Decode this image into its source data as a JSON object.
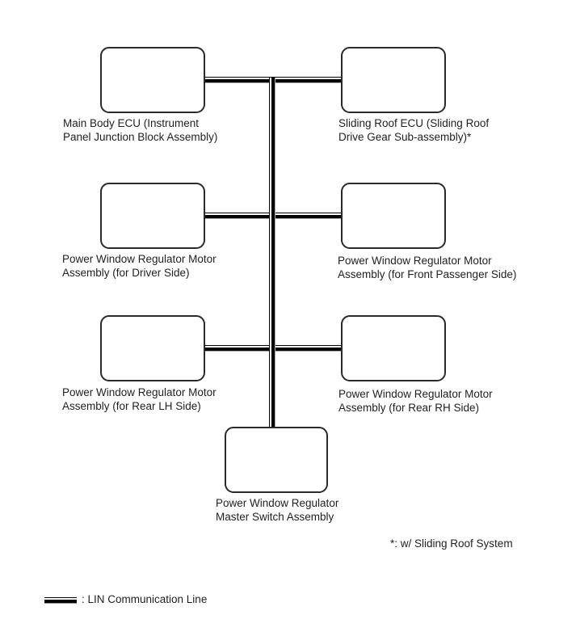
{
  "diagram": {
    "nodes": [
      {
        "id": "main-body-ecu",
        "line1": "Main Body ECU (Instrument",
        "line2": "Panel Junction Block Assembly)"
      },
      {
        "id": "sliding-roof-ecu",
        "line1": "Sliding Roof ECU (Sliding Roof",
        "line2": "Drive Gear Sub-assembly)*"
      },
      {
        "id": "pw-motor-driver",
        "line1": "Power Window Regulator Motor",
        "line2": "Assembly (for Driver Side)"
      },
      {
        "id": "pw-motor-front-passenger",
        "line1": "Power Window Regulator Motor",
        "line2": "Assembly (for Front Passenger Side)"
      },
      {
        "id": "pw-motor-rear-lh",
        "line1": "Power Window Regulator Motor",
        "line2": "Assembly (for Rear LH Side)"
      },
      {
        "id": "pw-motor-rear-rh",
        "line1": "Power Window Regulator Motor",
        "line2": "Assembly (for Rear RH Side)"
      },
      {
        "id": "pw-master-switch",
        "line1": "Power Window Regulator",
        "line2": "Master Switch Assembly"
      }
    ],
    "footnote": "*: w/ Sliding Roof System",
    "legend": {
      "label": ": LIN Communication Line"
    },
    "bus_type": "LIN Communication Line"
  },
  "colors": {
    "background": "#ffffff",
    "box_border": "#2a2a2a",
    "line": "#000000",
    "line_halo": "#a8a8a8",
    "text": "#1f1f1f"
  }
}
